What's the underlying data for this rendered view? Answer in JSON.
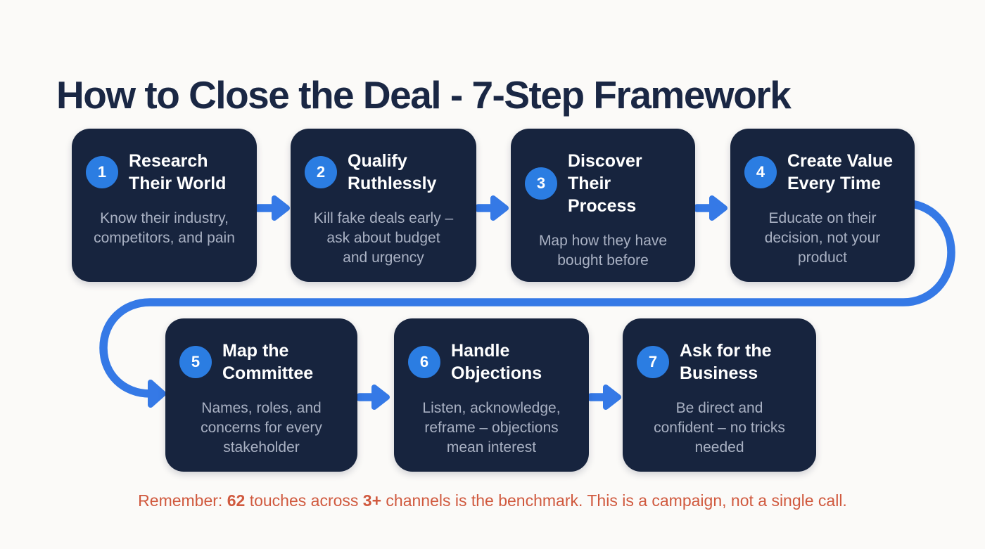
{
  "title": "How to Close the Deal - 7-Step Framework",
  "colors": {
    "background": "#fbfaf8",
    "card_background": "#17243e",
    "accent_blue": "#2f7de8",
    "title_navy": "#1a2744",
    "card_title_text": "#ffffff",
    "card_body_text": "#a9b1c3",
    "footer_orange": "#d0593e"
  },
  "steps": [
    {
      "number": "1",
      "title": "Research\nTheir World",
      "description": "Know their industry,\ncompetitors, and pain"
    },
    {
      "number": "2",
      "title": "Qualify\nRuthlessly",
      "description": "Kill fake deals early –\nask about budget\nand urgency"
    },
    {
      "number": "3",
      "title": "Discover\nTheir Process",
      "description": "Map how they have\nbought before"
    },
    {
      "number": "4",
      "title": "Create Value\nEvery Time",
      "description": "Educate on their\ndecision, not your\nproduct"
    },
    {
      "number": "5",
      "title": "Map the\nCommittee",
      "description": "Names, roles, and\nconcerns for every\nstakeholder"
    },
    {
      "number": "6",
      "title": "Handle\nObjections",
      "description": "Listen, acknowledge,\nreframe – objections\nmean interest"
    },
    {
      "number": "7",
      "title": "Ask for the\nBusiness",
      "description": "Be direct and\nconfident – no tricks\nneeded"
    }
  ],
  "footer": {
    "prefix": "Remember: ",
    "highlight1": "62",
    "middle": " touches across ",
    "highlight2": "3+",
    "suffix": " channels is the benchmark. This is a campaign, not a single call."
  }
}
